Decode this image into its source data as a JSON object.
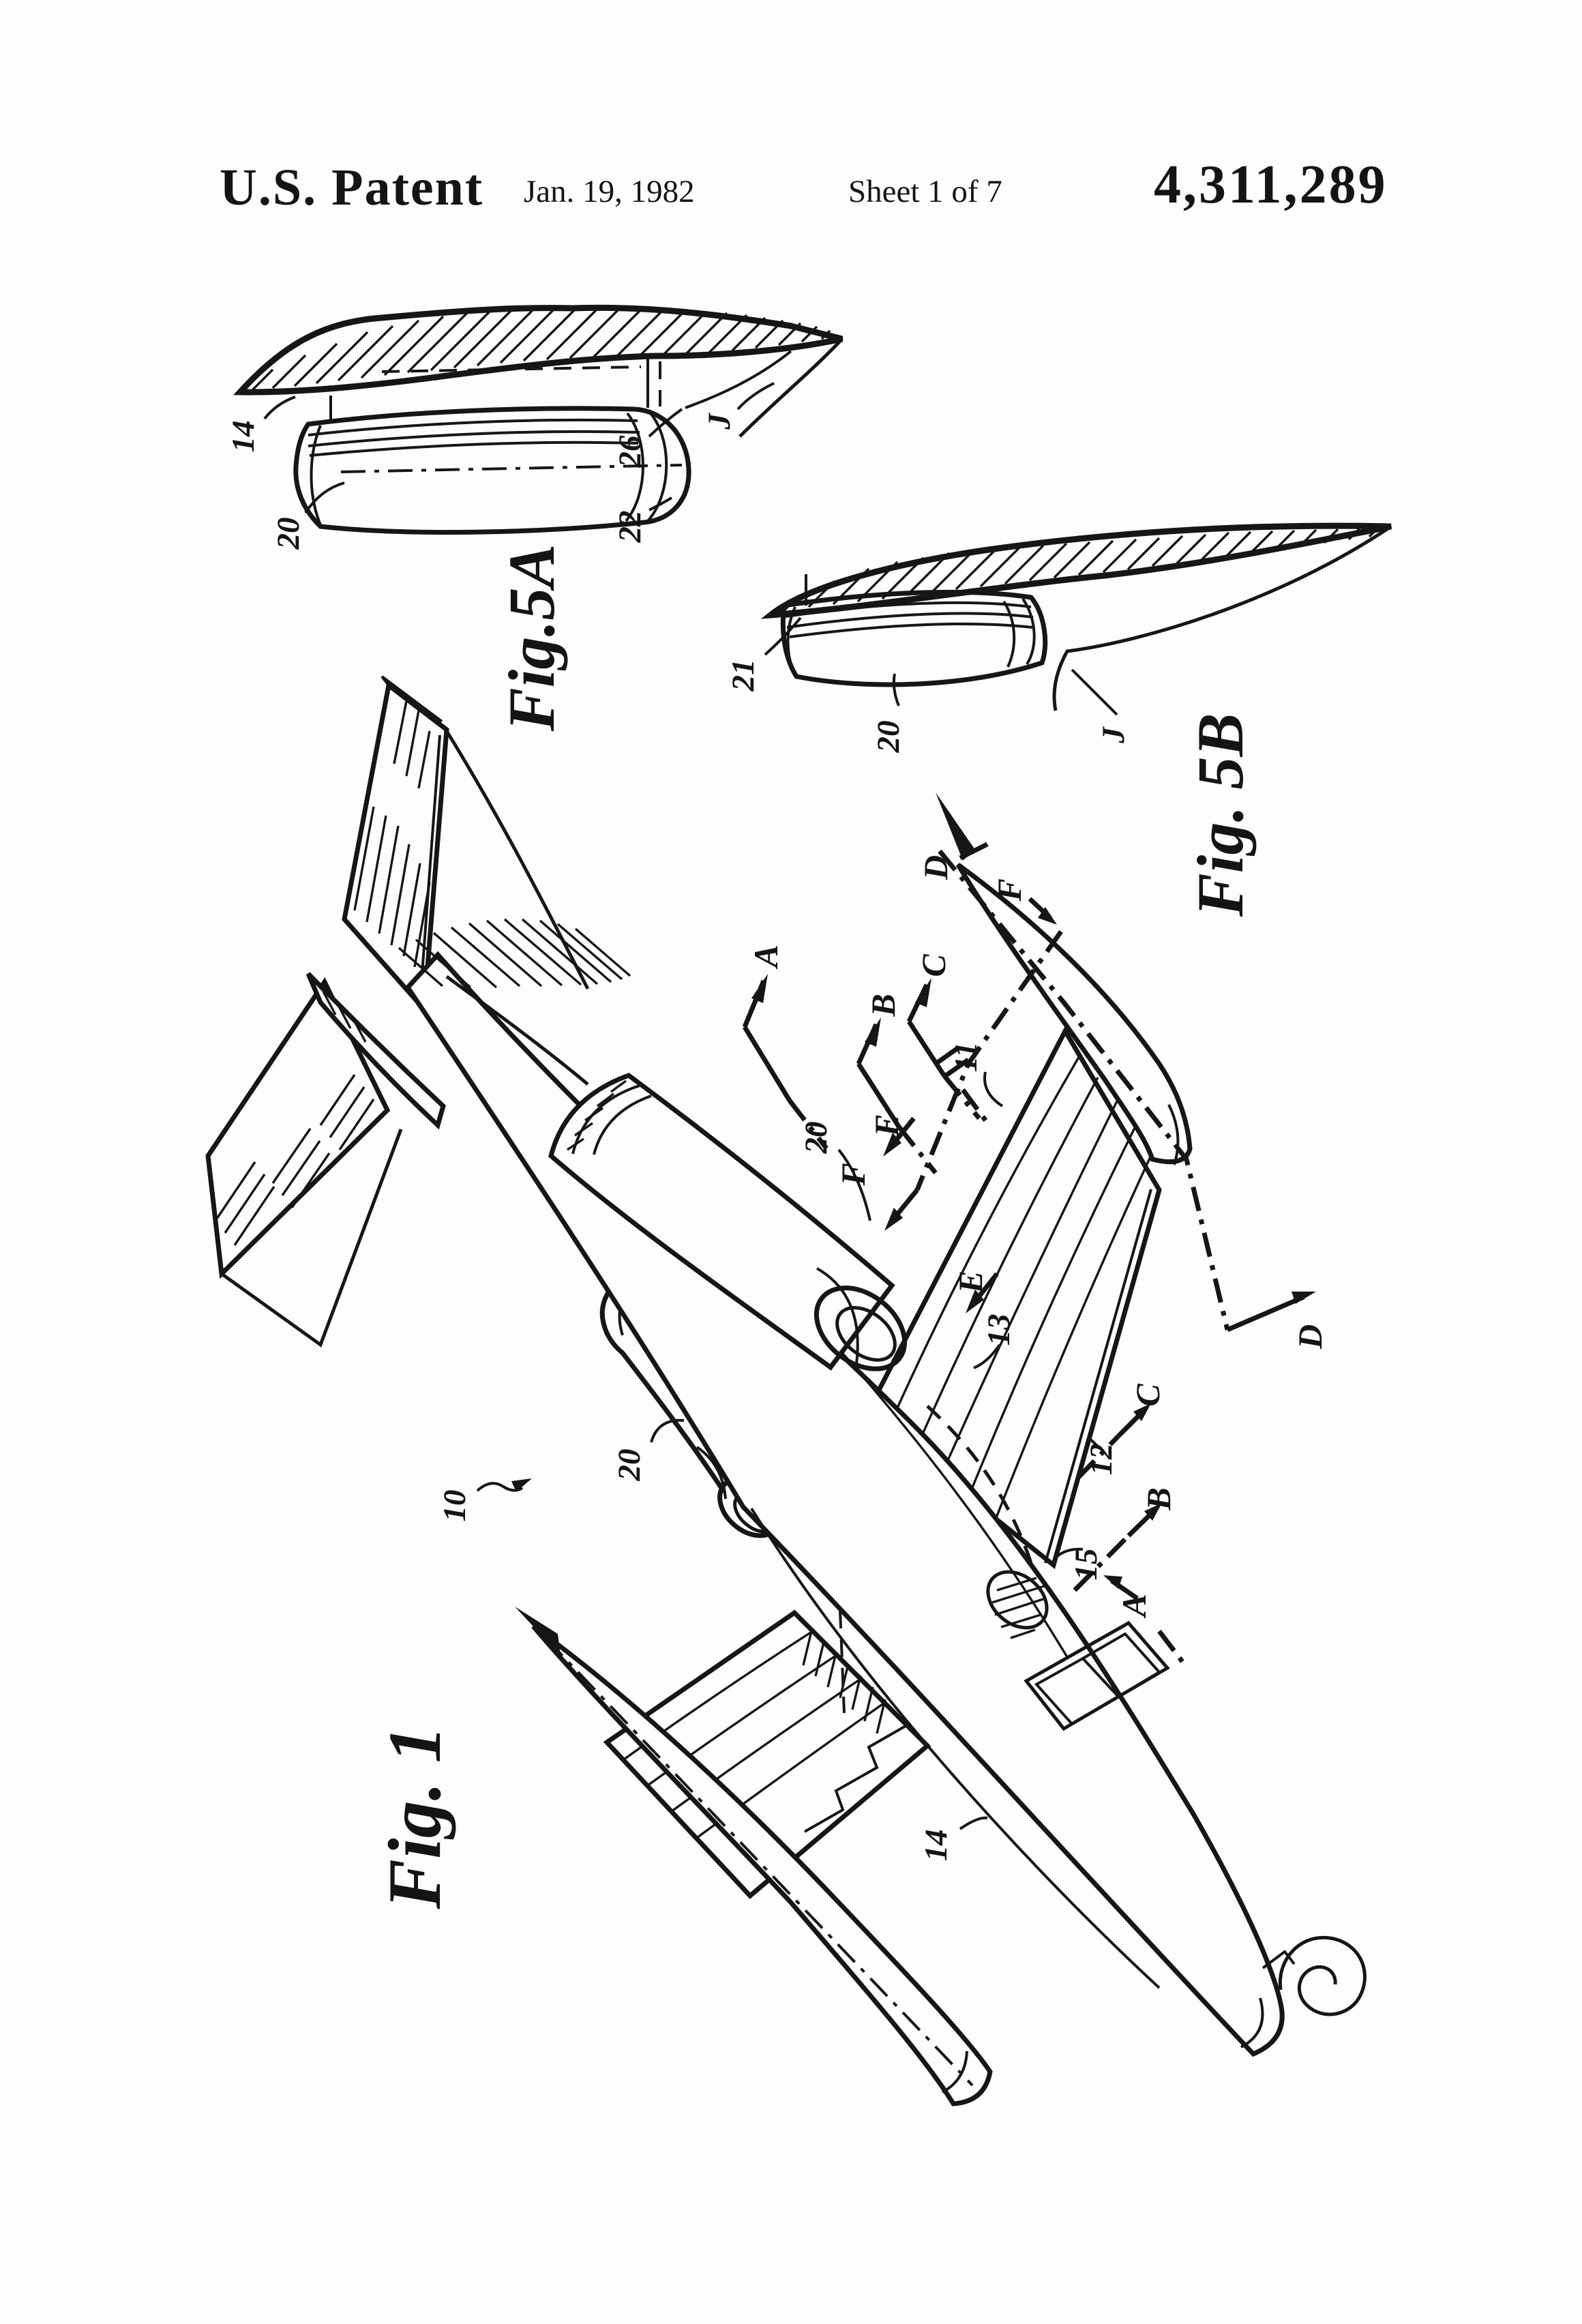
{
  "header": {
    "title": "U.S. Patent",
    "date": "Jan. 19, 1982",
    "sheet": "Sheet 1 of 7",
    "patent_number": "4,311,289"
  },
  "figures": {
    "fig5a": {
      "caption": "Fig.5A",
      "refs": {
        "wing": "14",
        "pod": "20",
        "juncture": "26",
        "pod_aft": "22",
        "fairing": "J"
      }
    },
    "fig5b": {
      "caption": "Fig. 5B",
      "refs": {
        "gap": "21",
        "pod": "20",
        "fairing": "J"
      }
    },
    "fig1": {
      "caption": "Fig. 1",
      "refs": {
        "aircraft": "10",
        "engine_left": "20",
        "engine_right": "20",
        "wing": "11",
        "wing_root_te": "13",
        "wing_le": "12",
        "wing_fillet": "15",
        "fuselage": "14"
      },
      "sections": {
        "a_top": "A",
        "b_top": "B",
        "c_top": "C",
        "d_top": "D",
        "e_top": "E",
        "f_top": "F",
        "f_bottom": "F",
        "e_bottom": "E",
        "a_bottom": "A",
        "b_bottom": "B",
        "c_bottom": "C",
        "d_bottom": "D"
      }
    }
  },
  "ink_color": "#161616",
  "paper_color": "#fdfdfb"
}
